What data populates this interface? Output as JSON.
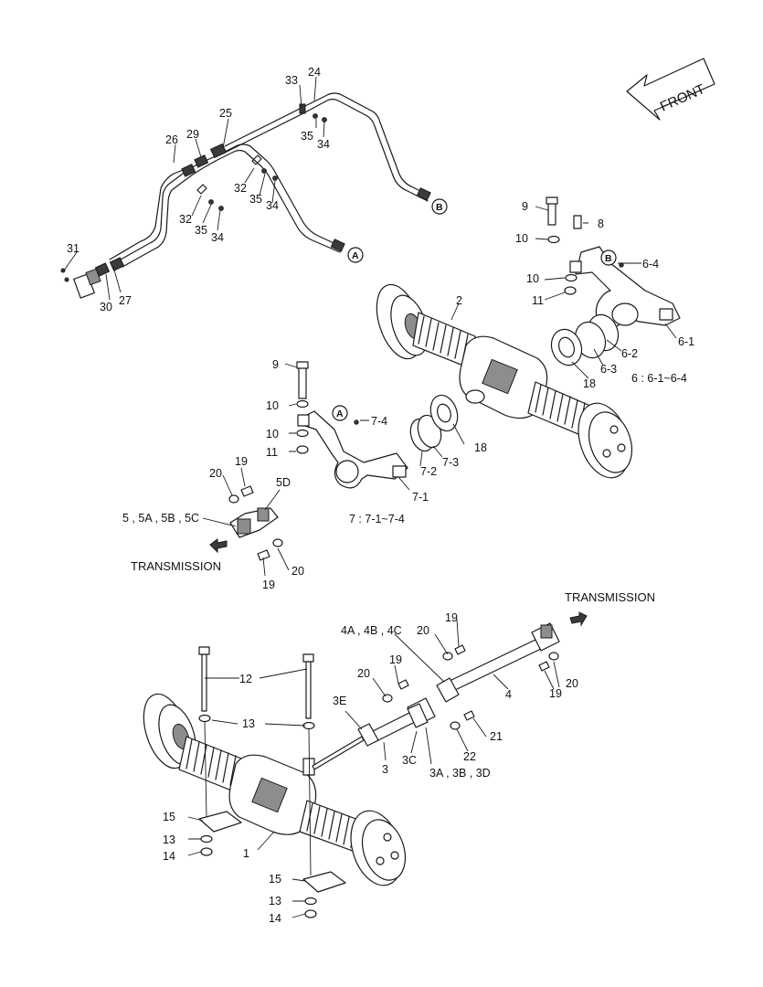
{
  "colors": {
    "ink": "#1a1a1a",
    "paper": "#ffffff",
    "shade": "#8d8d8d",
    "dark_shade": "#3a3a3a"
  },
  "icons": {
    "front_arrow": "front-arrow-icon",
    "circled_ref": "circled-letter-icon",
    "flow_arrow": "direction-arrow-icon"
  },
  "front_label": "FRONT",
  "refs": {
    "a": "A",
    "b": "B"
  },
  "transmission": "TRANSMISSION",
  "groups": {
    "g6": "6 : 6-1~6-4",
    "g7": "7 : 7-1~7-4"
  },
  "labels": {
    "n33": "33",
    "n24": "24",
    "n25": "25",
    "n26": "26",
    "n29": "29",
    "n35a": "35",
    "n34a": "34",
    "n32a": "32",
    "n35b": "35",
    "n34b": "34",
    "n32b": "32",
    "n35c": "35",
    "n34c": "34",
    "n31": "31",
    "n30": "30",
    "n27": "27",
    "n9a": "9",
    "n8": "8",
    "n10a": "10",
    "n6_4": "6-4",
    "n10b": "10",
    "n11a": "11",
    "n6_1": "6-1",
    "n6_2": "6-2",
    "n6_3": "6-3",
    "n18a": "18",
    "n2": "2",
    "n9b": "9",
    "n10c": "10",
    "n10d": "10",
    "n11b": "11",
    "n7_4": "7-4",
    "n7_3": "7-3",
    "n7_2": "7-2",
    "n7_1": "7-1",
    "n18b": "18",
    "n19a": "19",
    "n20a": "20",
    "n5D": "5D",
    "n5group": "5 , 5A , 5B , 5C",
    "n19b": "19",
    "n20b": "20",
    "n4group": "4A , 4B , 4C",
    "n20c": "20",
    "n19c": "19",
    "n19d": "19",
    "n20d": "20",
    "n4": "4",
    "n20e": "20",
    "n19e": "19",
    "n3E": "3E",
    "n21": "21",
    "n22": "22",
    "n3": "3",
    "n3C": "3C",
    "n3group": "3A , 3B , 3D",
    "n12": "12",
    "n13a": "13",
    "n15a": "15",
    "n13b": "13",
    "n14a": "14",
    "n1": "1",
    "n15b": "15",
    "n13c": "13",
    "n14b": "14"
  }
}
